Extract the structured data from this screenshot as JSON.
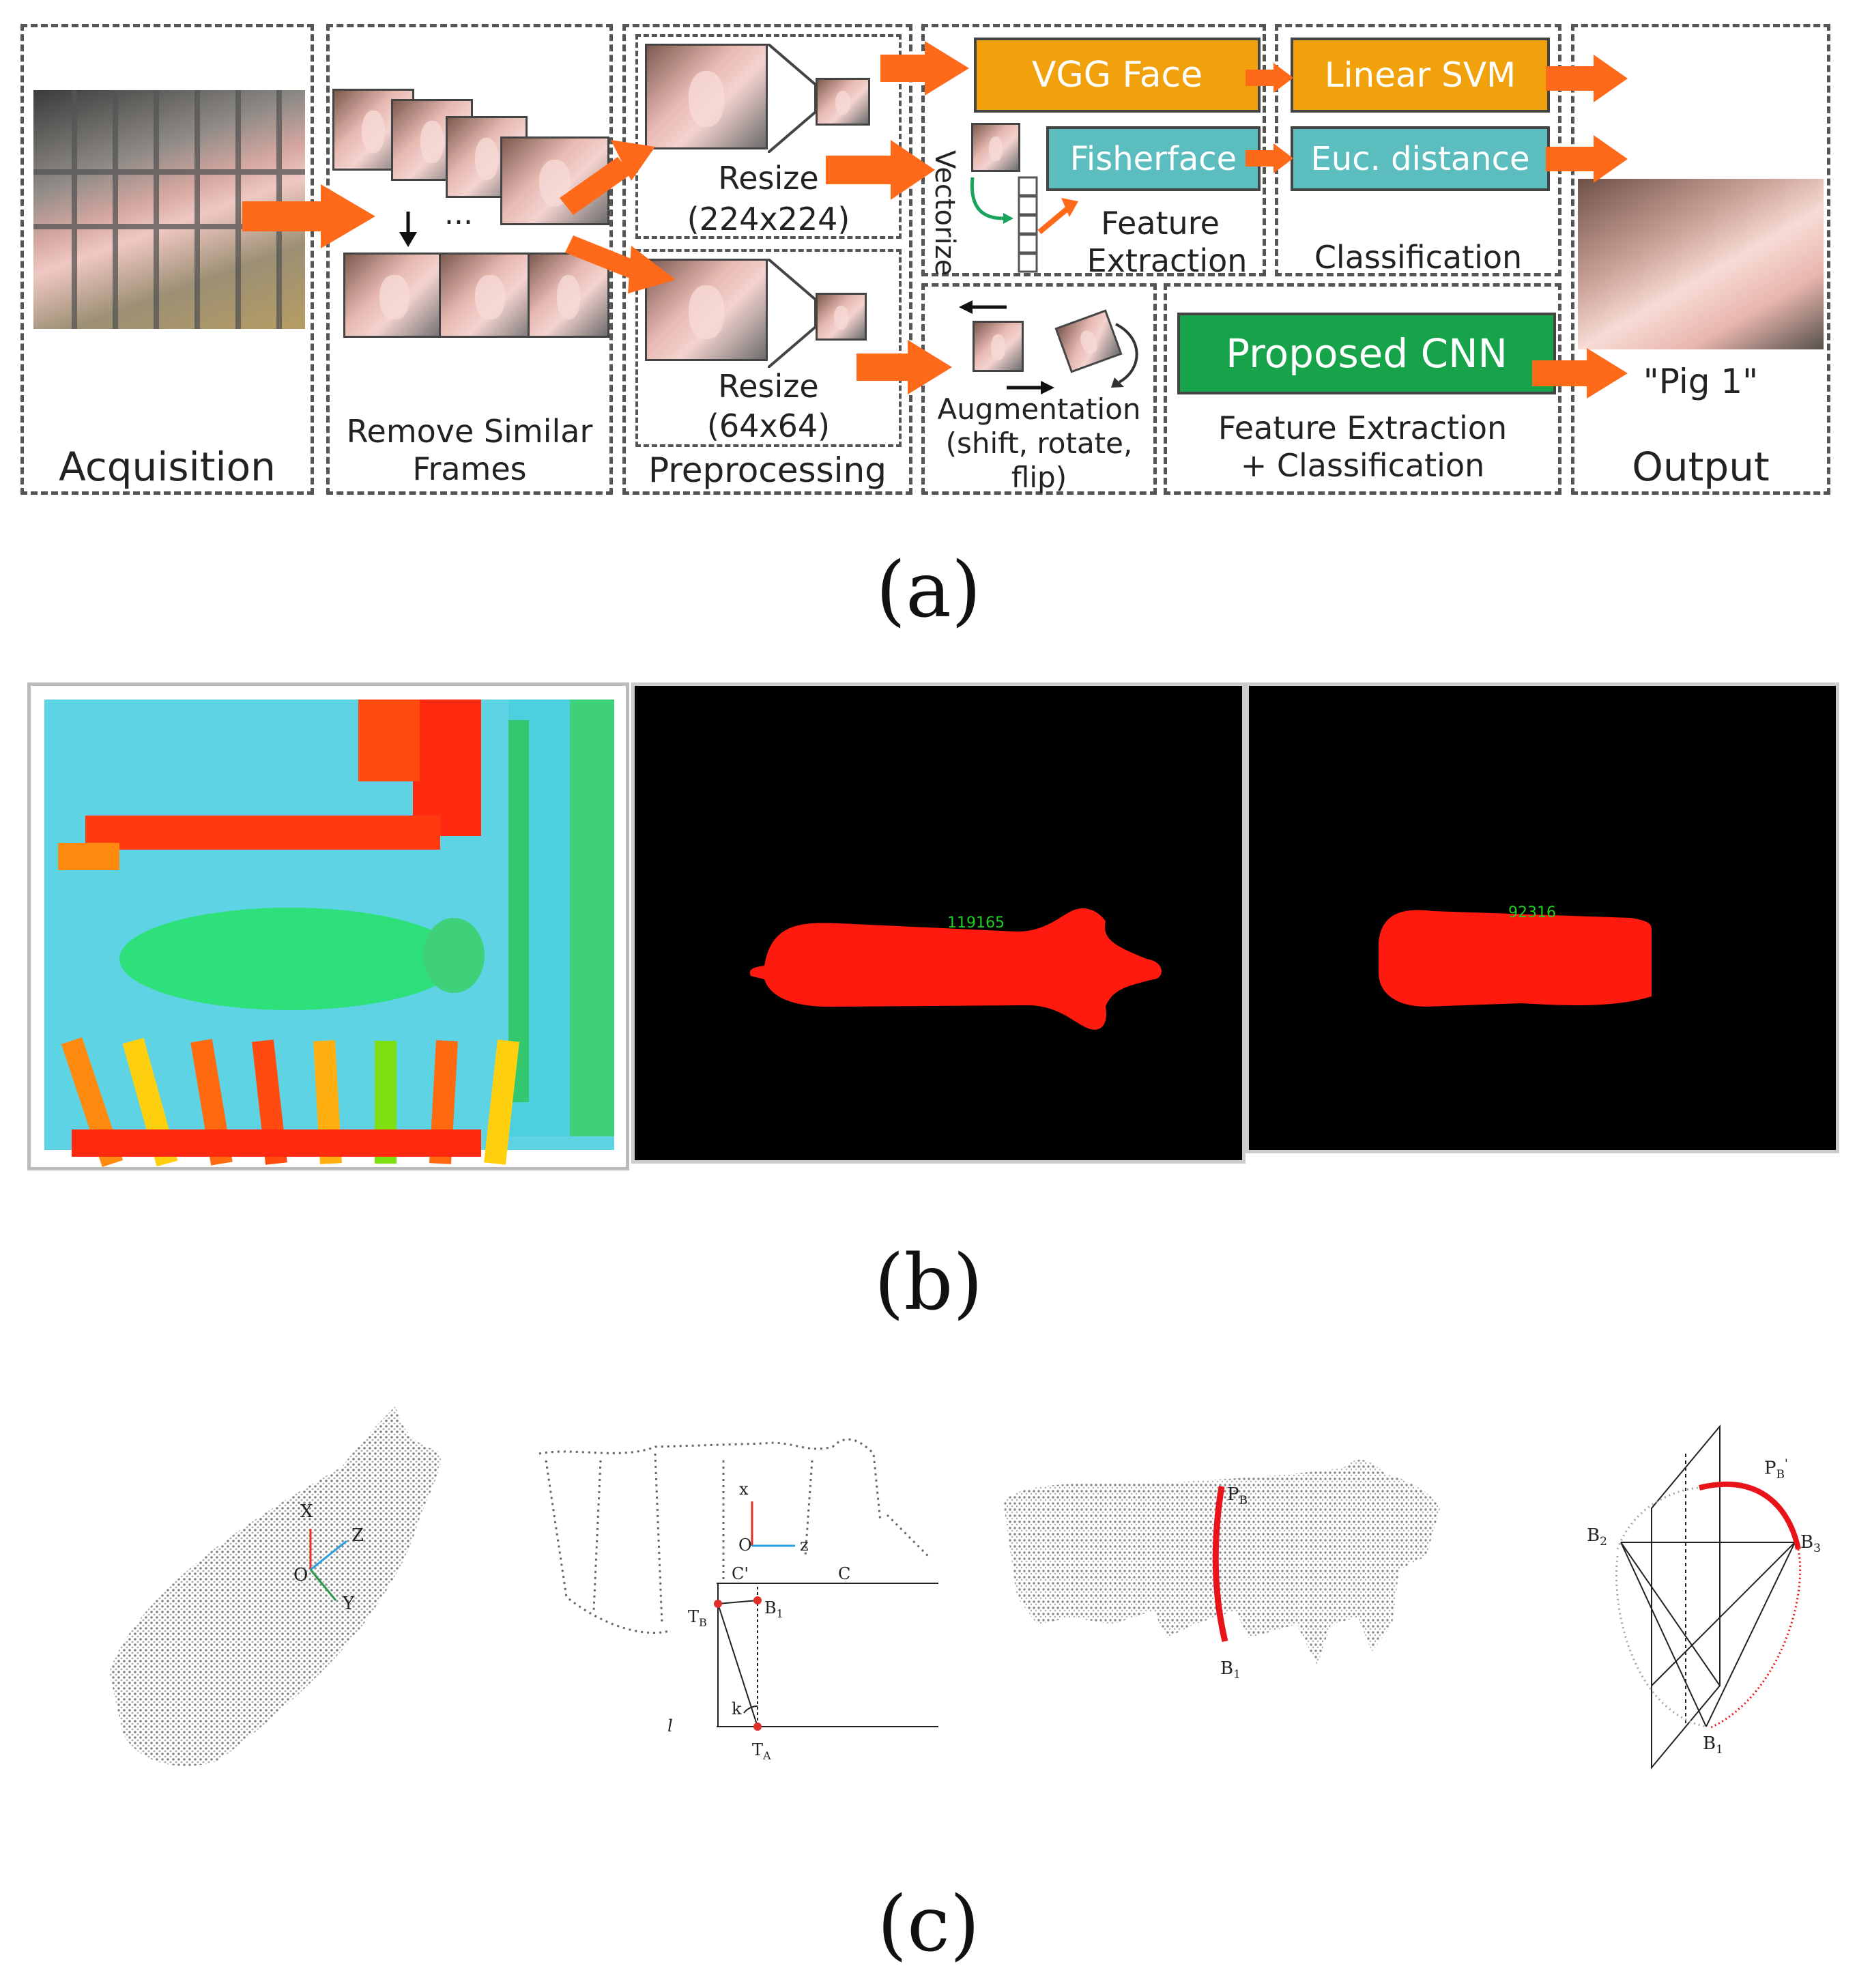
{
  "panel_a": {
    "stages": {
      "acquisition": "Acquisition",
      "remove_similar": "Remove Similar",
      "frames": "Frames",
      "preprocessing": "Preprocessing",
      "output": "Output"
    },
    "resize_large": {
      "line1": "Resize",
      "line2": "(224x224)"
    },
    "resize_small": {
      "line1": "Resize",
      "line2": "(64x64)"
    },
    "vectorize": "Vectorize",
    "dots": "...",
    "boxes": {
      "vgg_face": "VGG Face",
      "fisherface": "Fisherface",
      "linear_svm": "Linear SVM",
      "euc_distance": "Euc. distance",
      "proposed_cnn": "Proposed CNN"
    },
    "feature_extraction": {
      "line1": "Feature",
      "line2": "Extraction"
    },
    "classification": "Classification",
    "augmentation": {
      "line1": "Augmentation",
      "line2": "(shift, rotate,",
      "line3": "flip)"
    },
    "cnn_caption": {
      "line1": "Feature Extraction",
      "line2": "+ Classification"
    },
    "output_label": "\"Pig 1\"",
    "colors": {
      "vgg": "#f0a10c",
      "teal": "#5bbdbd",
      "green": "#16a34a",
      "arrow": "#ff6a1a"
    }
  },
  "panel_b": {
    "count_left": "119165",
    "count_right": "92316",
    "colors": {
      "mask": "#ff1a10",
      "count_text": "#22cc22",
      "background": "#000000"
    }
  },
  "panel_c": {
    "axes1": {
      "x": "X",
      "z": "Z",
      "o": "O",
      "y": "Y"
    },
    "axes2": {
      "x": "x",
      "o": "O",
      "z": "z",
      "c_prime": "C'",
      "c": "C",
      "tb": "T",
      "tb_sub": "B",
      "b1": "B",
      "b1_sub": "1",
      "k": "k",
      "l": "l",
      "ta": "T",
      "ta_sub": "A"
    },
    "slice": {
      "pb": "P",
      "pb_sub": "B",
      "b1": "B",
      "b1_sub": "1"
    },
    "section": {
      "pb": "P",
      "pb_sub": "B",
      "pb_sup": "'",
      "b2": "B",
      "b2_sub": "2",
      "b3": "B",
      "b3_sub": "3",
      "b1": "B",
      "b1_sub": "1"
    }
  },
  "captions": {
    "a": "(a)",
    "b": "(b)",
    "c": "(c)"
  }
}
